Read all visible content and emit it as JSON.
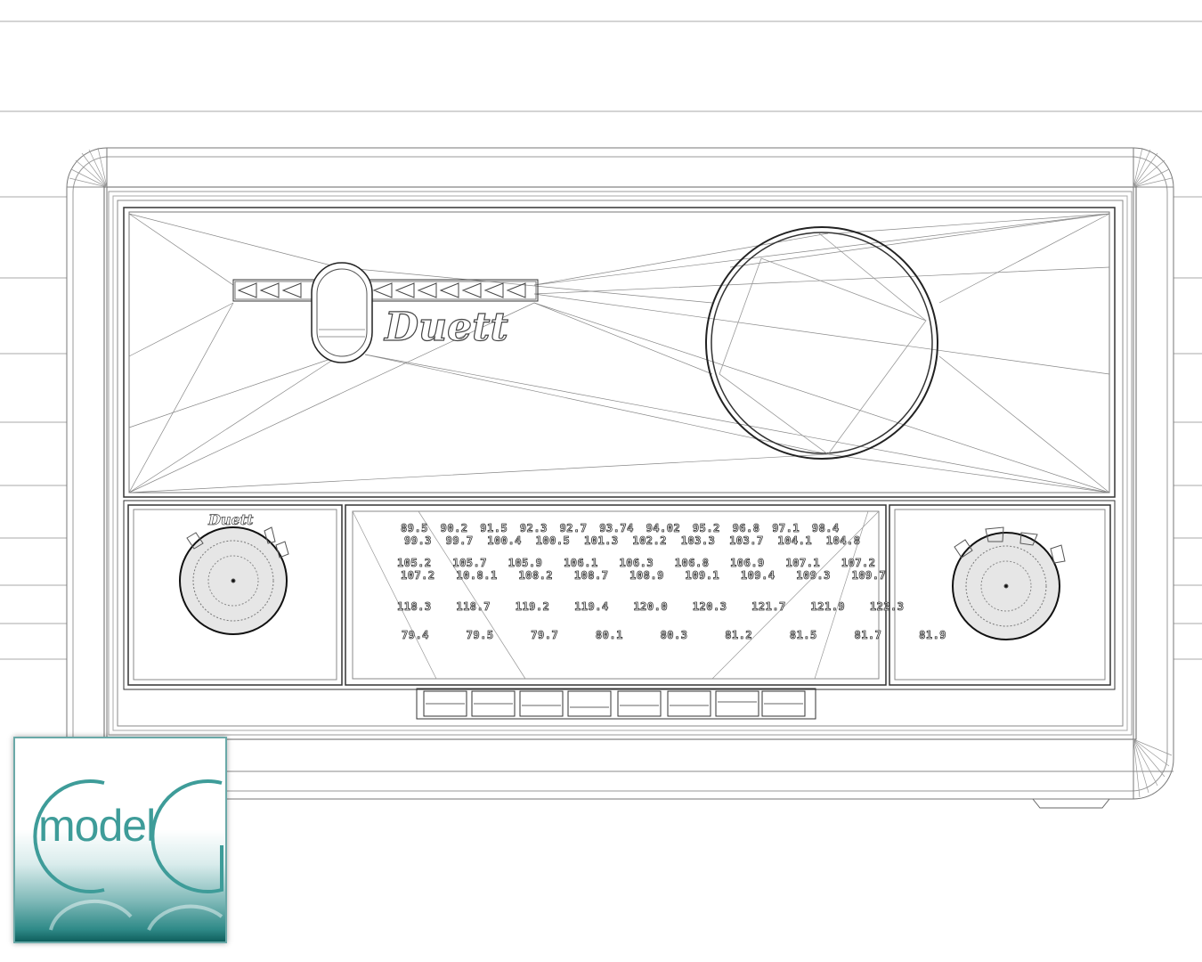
{
  "image": {
    "subject": "Wireframe render of a vintage radio",
    "brand_script": "Duett",
    "small_script_label": "Duett"
  },
  "dial": {
    "rows": [
      [
        "89.5",
        "90.2",
        "91.5",
        "92.3",
        "92.7",
        "93.74",
        "94.02",
        "95.2",
        "96.8",
        "97.1",
        "98.4"
      ],
      [
        "99.3",
        "99.7",
        "100.4",
        "100.5",
        "101.3",
        "102.2",
        "103.3",
        "103.7",
        "104.1",
        "104.8"
      ],
      [
        "105.2",
        "105.7",
        "105.9",
        "106.1",
        "106.3",
        "106.8",
        "106.9",
        "107.1",
        "107.2"
      ],
      [
        "107.2",
        "10.8.1",
        "108.2",
        "108.7",
        "108.9",
        "109.1",
        "109.4",
        "109.3",
        "109.7"
      ],
      [
        "118.3",
        "118.7",
        "119.2",
        "119.4",
        "120.0",
        "120.3",
        "121.7",
        "121.9",
        "122.3"
      ],
      [
        "79.4",
        "79.5",
        "79.7",
        "80.1",
        "80.3",
        "81.2",
        "81.5",
        "81.7",
        "81.9"
      ]
    ]
  },
  "preset_buttons": {
    "count": 8
  },
  "watermark": {
    "text": "model",
    "letters": "CG",
    "color": "#3e9c99",
    "bottom_color": "#0f5f5d"
  }
}
